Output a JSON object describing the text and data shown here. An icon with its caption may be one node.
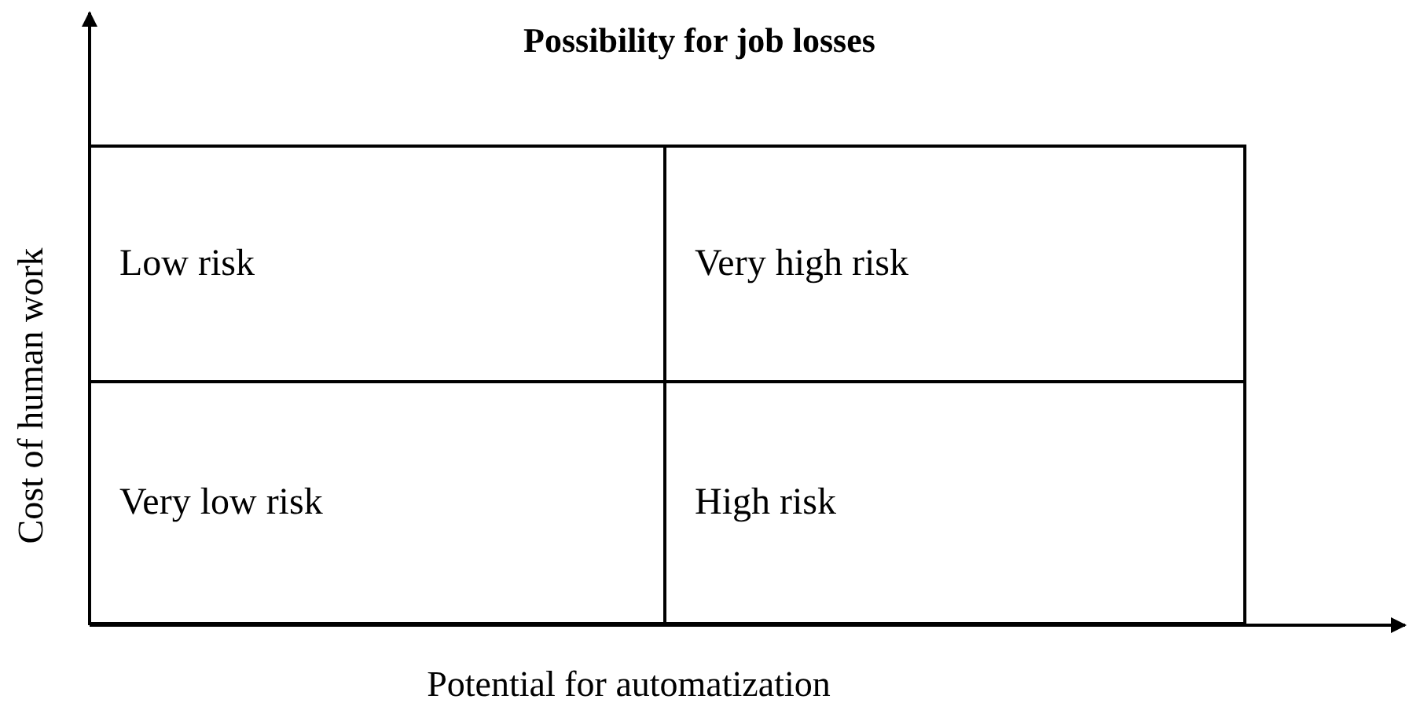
{
  "diagram": {
    "title": "Possibility for job losses",
    "nodes": [
      {
        "text": [
          "Low risk"
        ]
      },
      {
        "text": [
          "Very high risk"
        ]
      },
      {
        "text": [
          "Very low risk"
        ]
      },
      {
        "text": [
          "High risk"
        ]
      }
    ],
    "labels": [
      "Cost of human work",
      "Potential for automatization"
    ]
  }
}
